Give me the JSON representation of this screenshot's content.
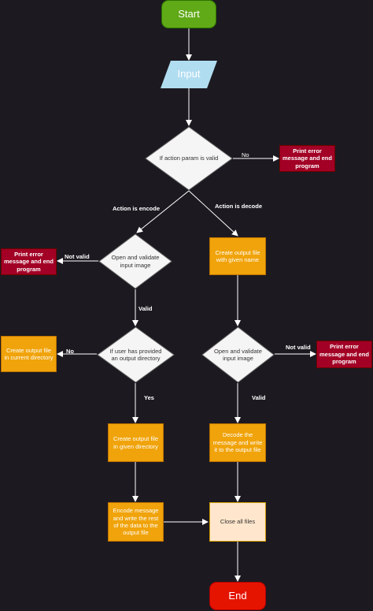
{
  "nodes": {
    "start": "Start",
    "input": "Input",
    "action_valid": "If action param is valid",
    "error_action": "Print error message and end program",
    "validate_encode": "Open and validate input image",
    "error_encode": "Print error message and end program",
    "create_decode": "Create output file with given name",
    "output_dir_check": "If user has provided an output directory",
    "create_current": "Create output file in current directory",
    "validate_decode": "Open and validate input image",
    "error_decode": "Print error message and end program",
    "create_given": "Create output file in given directory",
    "decode_write": "Decode the message and write it to the output file",
    "encode_write": "Encode message and write the rest of the data to the output file",
    "close_files": "Close all files",
    "end": "End"
  },
  "edge_labels": {
    "no_1": "No",
    "action_encode": "Action is encode",
    "action_decode": "Action is decode",
    "not_valid_1": "Not valid",
    "valid_1": "Valid",
    "no_2": "No",
    "yes": "Yes",
    "not_valid_2": "Not valid",
    "valid_2": "Valid"
  },
  "colors": {
    "background": "#1c1a20",
    "terminator_start": "#60a917",
    "terminator_end": "#e51400",
    "input": "#b1ddf0",
    "process": "#f0a30a",
    "error": "#a20025",
    "merge": "#ffe6cc",
    "decision": "#f5f5f5",
    "edge": "#ffffff"
  }
}
